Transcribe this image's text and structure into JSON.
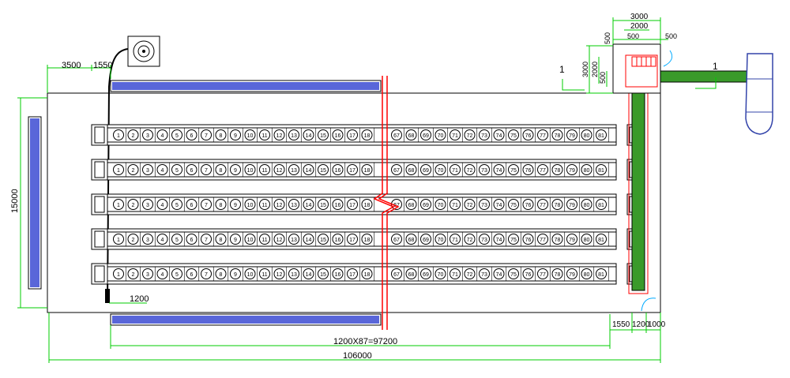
{
  "dimensions": {
    "total_length": "106000",
    "conveyor_length": "1200X87=97200",
    "width": "15000",
    "left_offset": "3500",
    "left_gap": "1550",
    "bottom_spacing": "1200",
    "right_gap": "1550",
    "right_spacing": "1200",
    "right_end": "1000",
    "hut_width": "3000",
    "hut_inner": "2000",
    "hut_side_left": "500",
    "hut_side_inner": "500",
    "hut_side_right": "500",
    "hut_height": "3000",
    "hut_height_inner": "2000",
    "hut_height_small": "500"
  },
  "section_marks": {
    "left": "1",
    "right": "1"
  },
  "rows": {
    "left_labels": [
      "1",
      "2",
      "3",
      "4",
      "5",
      "6",
      "7",
      "8",
      "9",
      "10",
      "11",
      "12",
      "13",
      "14",
      "15",
      "16",
      "17",
      "18"
    ],
    "right_labels": [
      "67",
      "68",
      "69",
      "70",
      "71",
      "72",
      "73",
      "74",
      "75",
      "76",
      "77",
      "78",
      "79",
      "80",
      "81"
    ],
    "count": 5
  },
  "colors": {
    "outline": "#000000",
    "dimension": "#00cc00",
    "belt": "#2233cc",
    "break_line": "#ff0000",
    "cross_conveyor": "#3a9a2a",
    "hut_accent": "#ff0000",
    "door": "#00aaff",
    "boat": "#3344aa"
  }
}
